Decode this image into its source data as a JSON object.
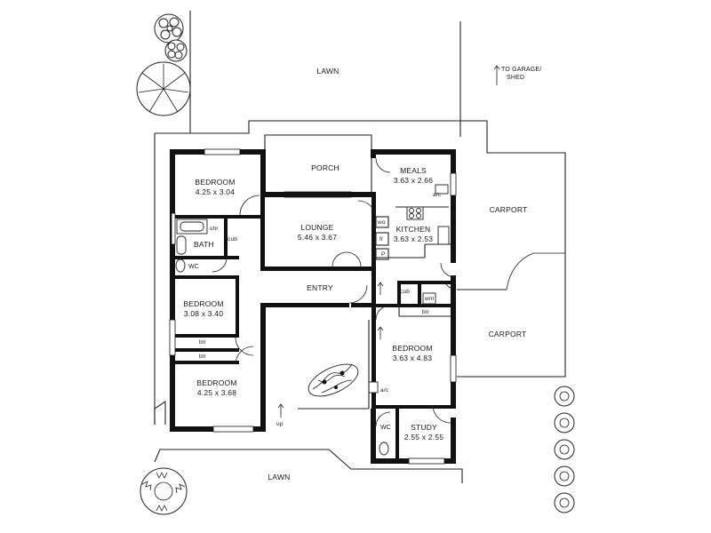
{
  "labels": {
    "lawn_top": "LAWN",
    "lawn_bottom": "LAWN",
    "to_garage_line1": "TO GARAGE/",
    "to_garage_line2": "SHED",
    "carport_top": "CARPORT",
    "carport_bottom": "CARPORT",
    "porch": "PORCH",
    "entry": "ENTRY",
    "up": "up"
  },
  "rooms": {
    "bedroom_1": {
      "name": "BEDROOM",
      "dims": "4.25 x 3.04"
    },
    "bedroom_2": {
      "name": "BEDROOM",
      "dims": "3.08 x 3.40"
    },
    "bedroom_3": {
      "name": "BEDROOM",
      "dims": "4.25 x 3.68"
    },
    "bedroom_4": {
      "name": "BEDROOM",
      "dims": "3.63 x 4.83"
    },
    "lounge": {
      "name": "LOUNGE",
      "dims": "5.46 x 3.67"
    },
    "meals": {
      "name": "MEALS",
      "dims": "3.63 x 2.66"
    },
    "kitchen": {
      "name": "KITCHEN",
      "dims": "3.63 x 2.53"
    },
    "study": {
      "name": "STUDY",
      "dims": "2.55 x 2.55"
    },
    "bath": {
      "name": "BATH"
    },
    "wc_1": {
      "name": "WC"
    },
    "wc_2": {
      "name": "WC"
    }
  },
  "fixtures": {
    "shr": "shr",
    "cub_bath": "cub",
    "cub_laundry": "cub",
    "blr_bed2": "blr",
    "blr_bed3": "blr",
    "blr_bed4": "blr",
    "ac_meals": "a/c",
    "ac_bed4": "a/c",
    "wo": "wo",
    "fr": "fr",
    "p": "P",
    "wm": "wm"
  }
}
